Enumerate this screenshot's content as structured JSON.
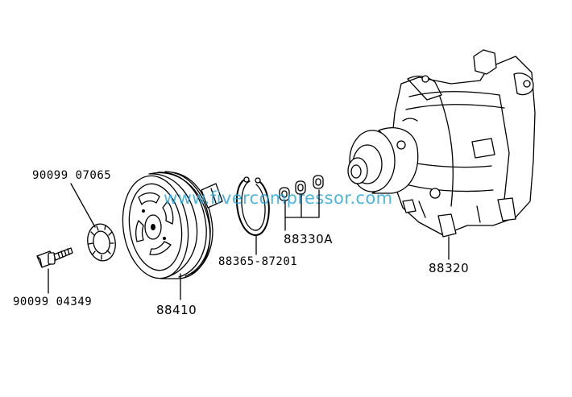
{
  "watermark": {
    "text": "www.fivercompressor.com",
    "color": "#2ea8d8"
  },
  "callouts": [
    {
      "id": "bolt",
      "part_number": "90099 04349"
    },
    {
      "id": "washer",
      "part_number": "90099 07065"
    },
    {
      "id": "pulley",
      "part_number": "88410"
    },
    {
      "id": "snap-ring",
      "part_number": "88365-87201"
    },
    {
      "id": "shims",
      "part_number": "88330A"
    },
    {
      "id": "compressor",
      "part_number": "88320"
    }
  ]
}
